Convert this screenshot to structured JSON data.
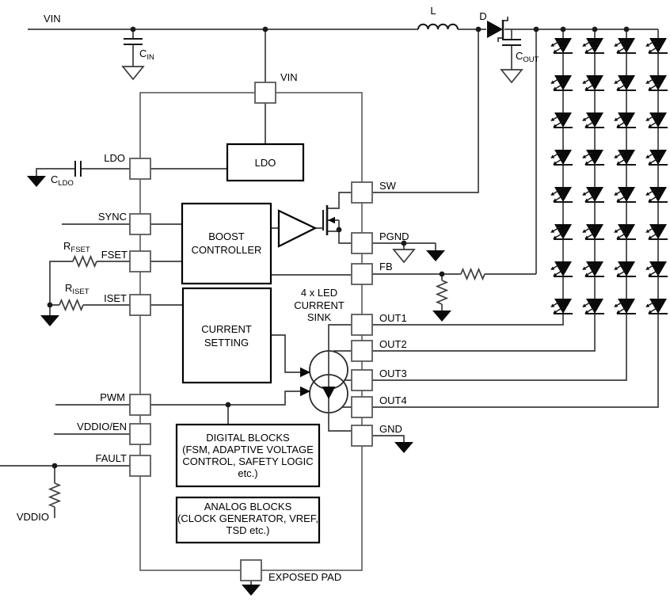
{
  "diagram": {
    "type": "circuit-block-diagram",
    "description": "Boost LED driver IC application block diagram with 4 x LED current sink and 4-string LED matrix",
    "colors": {
      "background": "#ffffff",
      "wire": "#3d3d3d",
      "symbol": "#0a0a0a",
      "text": "#000000"
    },
    "net_labels": {
      "vin": "VIN",
      "vddio": "VDDIO"
    },
    "components": {
      "inductor": "L",
      "diode": "D",
      "cin_base": "C",
      "cin_sub": "IN",
      "cout_base": "C",
      "cout_sub": "OUT",
      "cldo_base": "C",
      "cldo_sub": "LDO",
      "rfset_base": "R",
      "rfset_sub": "FSET",
      "riset_base": "R",
      "riset_sub": "ISET"
    },
    "pins": {
      "vin": "VIN",
      "ldo": "LDO",
      "sync": "SYNC",
      "fset": "FSET",
      "iset": "ISET",
      "pwm": "PWM",
      "vddio_en": "VDDIO/EN",
      "fault": "FAULT",
      "sw": "SW",
      "pgnd": "PGND",
      "fb": "FB",
      "out1": "OUT1",
      "out2": "OUT2",
      "out3": "OUT3",
      "out4": "OUT4",
      "gnd": "GND",
      "exposed_pad": "EXPOSED PAD"
    },
    "blocks": {
      "ldo": "LDO",
      "boost": [
        "BOOST",
        "CONTROLLER"
      ],
      "current_setting": [
        "CURRENT",
        "SETTING"
      ],
      "digital": [
        "DIGITAL BLOCKS",
        "(FSM, ADAPTIVE VOLTAGE",
        "CONTROL, SAFETY LOGIC",
        "etc.)"
      ],
      "analog": [
        "ANALOG BLOCKS",
        "(CLOCK GENERATOR, VREF,",
        "TSD etc.)"
      ],
      "current_sink": [
        "4 x LED",
        "CURRENT",
        "SINK"
      ]
    },
    "led_matrix": {
      "strings": 4,
      "leds_per_string": 8
    }
  }
}
